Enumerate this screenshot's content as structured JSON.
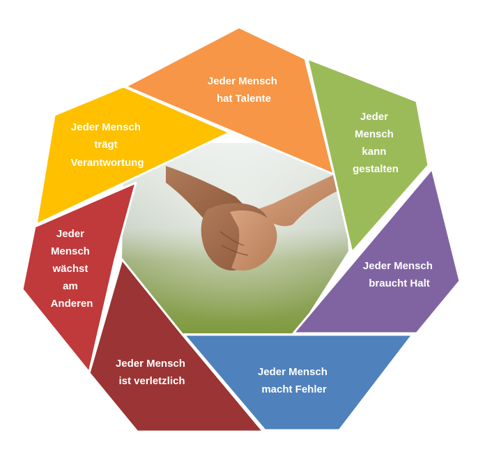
{
  "diagram": {
    "center_photo": "hands-holding-photo",
    "segments": [
      {
        "id": "talente",
        "lines": [
          "Jeder Mensch",
          "hat Talente"
        ],
        "color": "#F79646"
      },
      {
        "id": "gestalten",
        "lines": [
          "Jeder",
          "Mensch",
          "kann",
          "gestalten"
        ],
        "color": "#9BBB59"
      },
      {
        "id": "halt",
        "lines": [
          "Jeder Mensch",
          "braucht Halt"
        ],
        "color": "#8064A2"
      },
      {
        "id": "fehler",
        "lines": [
          "Jeder Mensch",
          "macht Fehler"
        ],
        "color": "#4F81BD"
      },
      {
        "id": "verletzlich",
        "lines": [
          "Jeder Mensch",
          "ist verletzlich"
        ],
        "color": "#9B3434"
      },
      {
        "id": "anderen",
        "lines": [
          "Jeder",
          "Mensch",
          "wächst",
          "am",
          "Anderen"
        ],
        "color": "#C0393B"
      },
      {
        "id": "verantwortung",
        "lines": [
          "Jeder Mensch",
          "trägt",
          "Verantwortung"
        ],
        "color": "#FFC000"
      }
    ]
  }
}
